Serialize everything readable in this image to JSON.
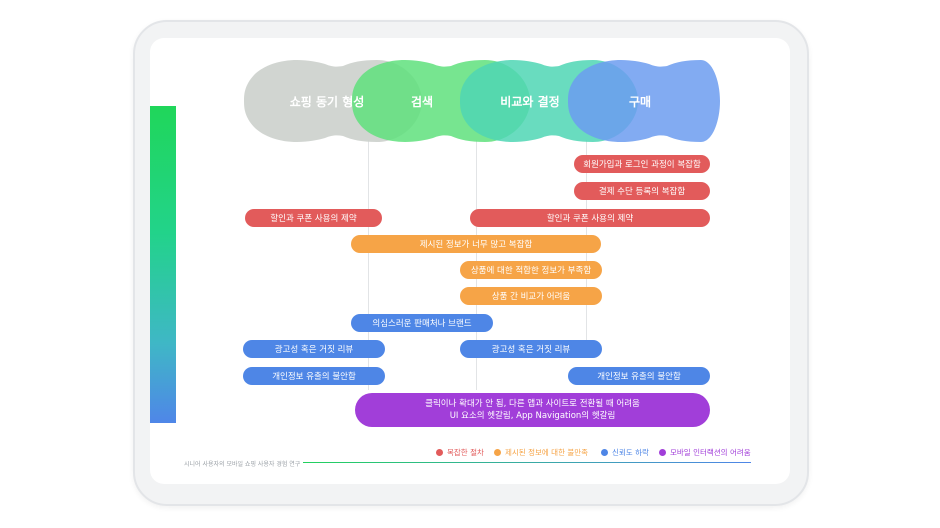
{
  "stages": [
    {
      "label": "쇼핑 동기 형성",
      "color": "#ccd0cc"
    },
    {
      "label": "검색",
      "color": "#5fe07c"
    },
    {
      "label": "비교와 결정",
      "color": "#4fd6b4"
    },
    {
      "label": "구매",
      "color": "#6c9cf0"
    }
  ],
  "pills": {
    "signup": "회원가입과 로그인 과정이 복잡함",
    "payment": "결제 수단 등록의 복잡함",
    "coupon_left": "할인과 쿠폰 사용의 제약",
    "coupon_right": "할인과 쿠폰 사용의 제약",
    "info_complex": "제시된 정보가 너무 많고 복잡함",
    "info_lack": "상품에 대한 적합한 정보가 부족함",
    "compare": "상품 간 비교가 어려움",
    "suspicious": "의심스러운 판매처나 브랜드",
    "fake_review_left": "광고성 혹은 거짓 리뷰",
    "fake_review_right": "광고성 혹은 거짓 리뷰",
    "privacy_left": "개인정보 유출의 불안함",
    "privacy_right": "개인정보 유출의 불안함",
    "nav_line1": "클릭이나 확대가 안 됨, 다른 앱과 사이트로 전환될 때 어려움",
    "nav_line2": "UI 요소의 헷갈림, App Navigation의 헷갈림"
  },
  "legend": [
    {
      "label": "복잡한 절차",
      "color": "#e25b5b"
    },
    {
      "label": "제시된 정보에 대한 불만족",
      "color": "#f6a447"
    },
    {
      "label": "신뢰도 하락",
      "color": "#4e86e6"
    },
    {
      "label": "모바일 인터랙션의 어려움",
      "color": "#a13ed9"
    }
  ],
  "footer": "시니어 사용자의 모바일 쇼핑 사용자 경험 연구"
}
